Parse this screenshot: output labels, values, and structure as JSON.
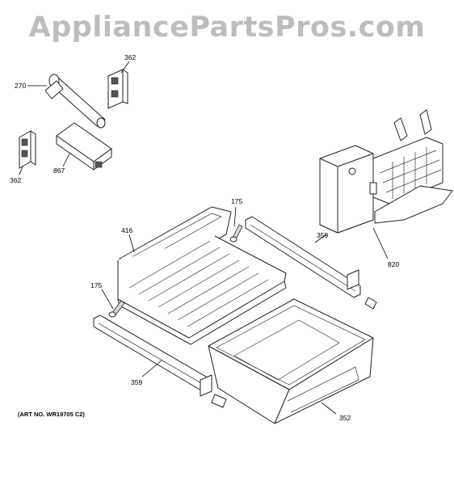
{
  "watermark": "AppliancePartsPros.com",
  "art_number": "(ART NO. WR19705 C2)",
  "callouts": {
    "c270": "270",
    "c362_top": "362",
    "c362_left": "362",
    "c867": "867",
    "c175_top": "175",
    "c175_left": "175",
    "c416": "416",
    "c359_right": "359",
    "c359_left": "359",
    "c820": "820",
    "c352": "352"
  }
}
